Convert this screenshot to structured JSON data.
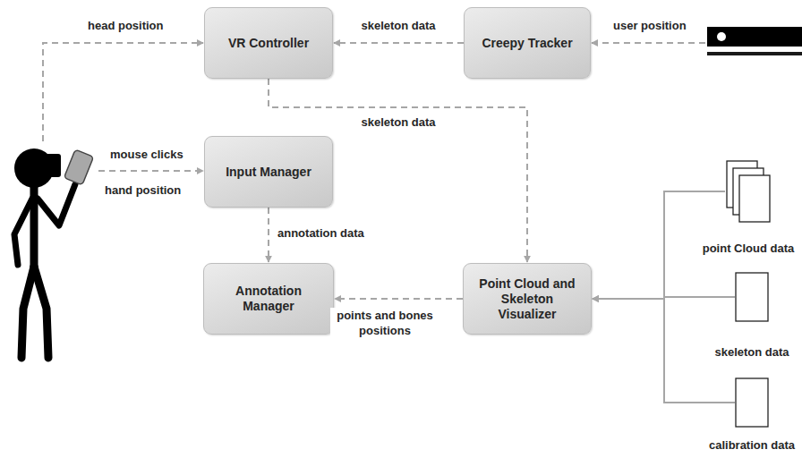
{
  "diagram": {
    "nodes": [
      {
        "text": [
          "VR Controller"
        ]
      },
      {
        "text": [
          "Creepy Tracker"
        ]
      },
      {
        "text": [
          "Input Manager"
        ]
      },
      {
        "text": [
          "Annotation Manager"
        ]
      },
      {
        "text": [
          "Point Cloud and Skeleton Visualizer"
        ]
      },
      {
        "text": [
          "point Cloud data"
        ]
      },
      {
        "text": [
          "skeleton data"
        ]
      },
      {
        "text": [
          "calibration data"
        ]
      }
    ],
    "edges": [
      {
        "from": 1,
        "to": 0,
        "label": "skeleton data",
        "arrow": "to"
      },
      {
        "from": 0,
        "to": 4,
        "label": "skeleton data",
        "arrow": "to"
      },
      {
        "from": 2,
        "to": 3,
        "label": "annotation data",
        "arrow": "to"
      },
      {
        "from": 4,
        "to": 3,
        "label": "points and bones positions",
        "arrow": "to"
      },
      {
        "from": 5,
        "to": 4,
        "arrow": "to"
      },
      {
        "from": 6,
        "to": 4,
        "arrow": "to"
      },
      {
        "from": 7,
        "to": 4,
        "arrow": "to"
      }
    ],
    "labels": [
      "head position",
      "mouse clicks",
      "hand position",
      "user position"
    ]
  }
}
